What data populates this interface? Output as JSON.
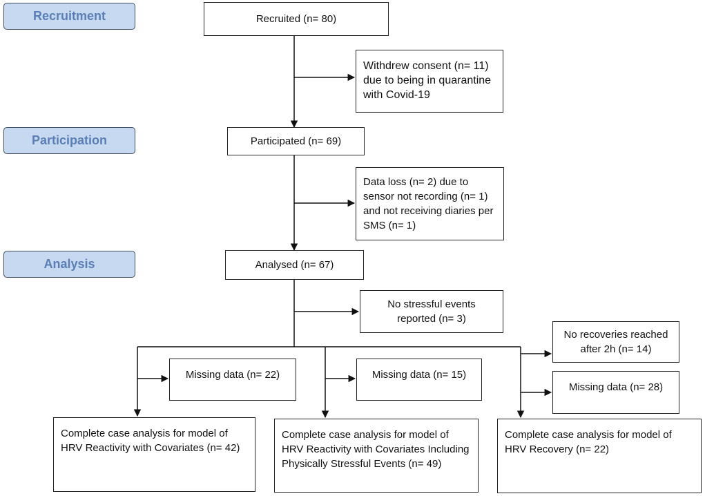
{
  "stages": {
    "recruitment": "Recruitment",
    "participation": "Participation",
    "analysis": "Analysis"
  },
  "boxes": {
    "recruited": "Recruited (n= 80)",
    "withdrew": "Withdrew consent (n= 11) due to being in quarantine with Covid-19",
    "participated": "Participated (n= 69)",
    "data_loss": "Data loss (n= 2) due to sensor not recording (n= 1) and not receiving diaries per SMS (n= 1)",
    "analysed": "Analysed (n= 67)",
    "no_stressful": "No stressful events reported (n= 3)",
    "missing_1": "Missing data (n= 22)",
    "missing_2": "Missing data (n= 15)",
    "no_recoveries": "No recoveries reached after 2h (n= 14)",
    "missing_3": "Missing data (n= 28)",
    "complete_1": "Complete case analysis for model of HRV Reactivity with Covariates (n= 42)",
    "complete_2": "Complete case analysis for model of HRV Reactivity with Covariates Including Physically Stressful Events (n= 49)",
    "complete_3": "Complete case analysis for model of HRV Recovery (n= 22)"
  },
  "colors": {
    "stage_fill": "#c6d9f1",
    "stage_text": "#5b7eb5",
    "line": "#111111"
  }
}
